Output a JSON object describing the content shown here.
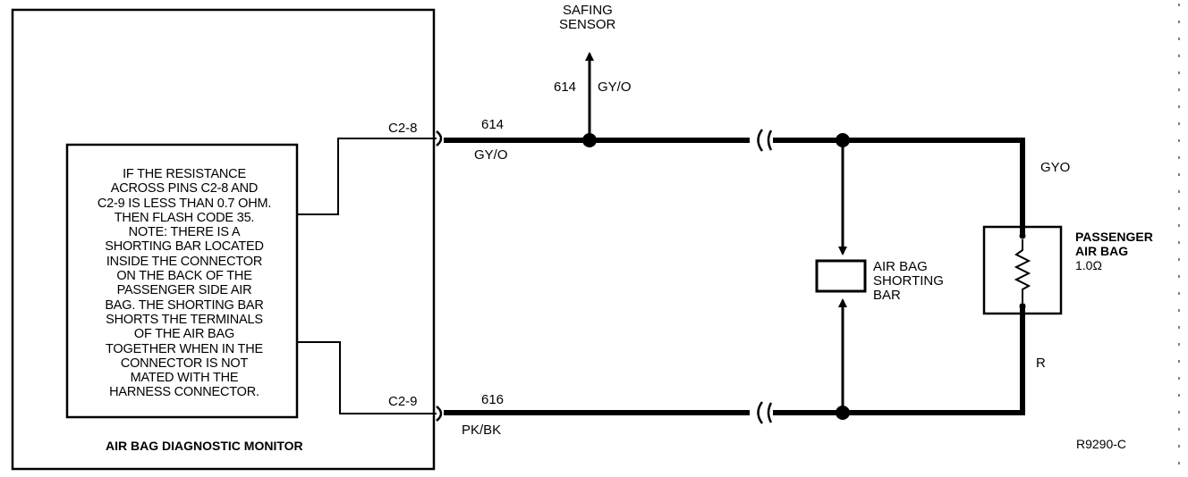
{
  "module": {
    "title": "AIR BAG DIAGNOSTIC MONITOR"
  },
  "note_lines": [
    "IF THE RESISTANCE",
    "ACROSS PINS C2-8 AND",
    "C2-9 IS LESS THAN 0.7 OHM.",
    "THEN FLASH CODE 35.",
    "NOTE: THERE IS A",
    "SHORTING BAR LOCATED",
    "INSIDE THE CONNECTOR",
    "ON THE BACK OF THE",
    "PASSENGER SIDE AIR",
    "BAG. THE SHORTING BAR",
    "SHORTS THE TERMINALS",
    "OF THE AIR BAG",
    "TOGETHER WHEN IN THE",
    "CONNECTOR IS NOT",
    "MATED WITH THE",
    "HARNESS CONNECTOR."
  ],
  "pins": {
    "top": "C2-8",
    "bottom": "C2-9"
  },
  "safing_sensor": {
    "line1": "SAFING",
    "line2": "SENSOR",
    "circuit": "614",
    "color": "GY/O"
  },
  "top_wire": {
    "circuit": "614",
    "color": "GY/O"
  },
  "bottom_wire": {
    "circuit": "616",
    "color": "PK/BK"
  },
  "right_top_color": "GYO",
  "right_bottom_color": "R",
  "shorting_bar": {
    "line1": "AIR BAG",
    "line2": "SHORTING",
    "line3": "BAR"
  },
  "passenger_airbag": {
    "line1": "PASSENGER",
    "line2": "AIR BAG",
    "resistance": "1.0Ω"
  },
  "figure_id": "R9290-C"
}
